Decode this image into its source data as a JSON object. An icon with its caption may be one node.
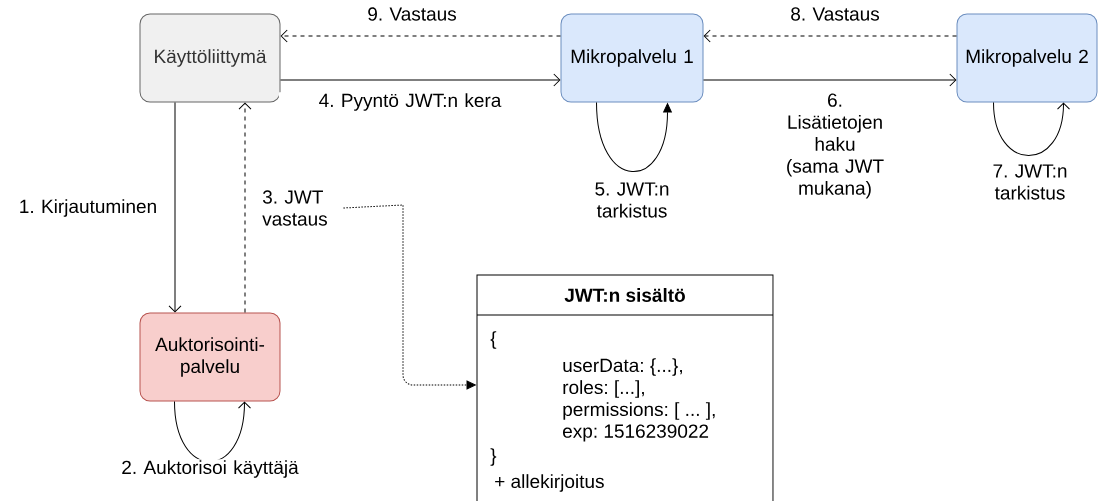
{
  "diagram": {
    "nodes": [
      {
        "text": [
          "Käyttöliittymä"
        ]
      },
      {
        "text": [
          "Mikropalvelu 1"
        ]
      },
      {
        "text": [
          "Mikropalvelu 2"
        ]
      },
      {
        "text": [
          "Auktorisointi-palvelu"
        ]
      },
      {
        "text": [
          "3. JWT vastaus"
        ]
      },
      {
        "text": [
          "JWT:n sisältö",
          "{",
          "userData: {...},",
          "roles: [...],",
          "permissions: [ ... ],",
          "exp: 1516239022",
          "}",
          "+ allekirjoitus"
        ]
      }
    ],
    "edges": [
      {
        "from": 0,
        "to": 3,
        "arrow": "to",
        "label": "1. Kirjautuminen"
      },
      {
        "from": 3,
        "to": 3,
        "arrow": "to",
        "label": "2. Auktorisoi käyttäjä"
      },
      {
        "from": 3,
        "to": 0,
        "arrow": "to",
        "style": "dashed"
      },
      {
        "from": 4,
        "to": 5,
        "arrow": "to",
        "style": "dashed"
      },
      {
        "from": 0,
        "to": 1,
        "arrow": "to",
        "label": "4. Pyyntö JWT:n kera"
      },
      {
        "from": 1,
        "to": 1,
        "arrow": "to",
        "label": "5. JWT:n tarkistus"
      },
      {
        "from": 1,
        "to": 2,
        "arrow": "to",
        "label": "6. Lisätietojen haku (sama JWT mukana)"
      },
      {
        "from": 2,
        "to": 2,
        "arrow": "to",
        "label": "7. JWT:n tarkistus"
      },
      {
        "from": 2,
        "to": 1,
        "arrow": "to",
        "style": "dashed",
        "label": "8. Vastaus"
      },
      {
        "from": 1,
        "to": 0,
        "arrow": "to",
        "style": "dashed",
        "label": "9. Vastaus"
      }
    ]
  }
}
